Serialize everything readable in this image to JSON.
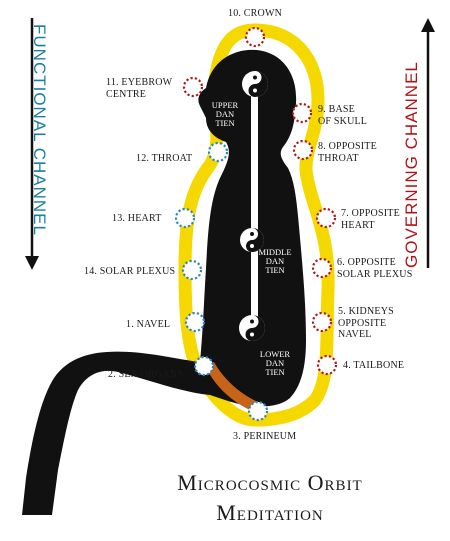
{
  "title": {
    "line1": "Microcosmic Orbit",
    "line2": "Meditation"
  },
  "channels": {
    "functional": "FUNCTIONAL CHANNEL",
    "governing": "GOVERNING CHANNEL"
  },
  "colors": {
    "functional": "#1a7fa0",
    "governing": "#b0141a",
    "orbit": "#f5d800",
    "body": "#111111",
    "channel_segment": "#c8631a",
    "front_point": "#2a86b8",
    "back_point": "#b01818"
  },
  "points": {
    "crown": "10. CROWN",
    "eyebrow": "11. EYEBROW\nCENTRE",
    "base_skull": "9. BASE\nOF SKULL",
    "throat": "12. THROAT",
    "opp_throat": "8. OPPOSITE\nTHROAT",
    "heart": "13. HEART",
    "opp_heart": "7. OPPOSITE\nHEART",
    "solar": "14. SOLAR PLEXUS",
    "opp_solar": "6. OPPOSITE\nSOLAR PLEXUS",
    "navel": "1. NAVEL",
    "kidneys": "5. KIDNEYS\nOPPOSITE\nNAVEL",
    "sex": "2. SEX ORGANS",
    "tailbone": "4. TAILBONE",
    "perineum": "3. PERINEUM"
  },
  "dan_tien": {
    "upper": "UPPER\nDAN\nTIEN",
    "middle": "MIDDLE\nDAN\nTIEN",
    "lower": "LOWER\nDAN\nTIEN"
  }
}
